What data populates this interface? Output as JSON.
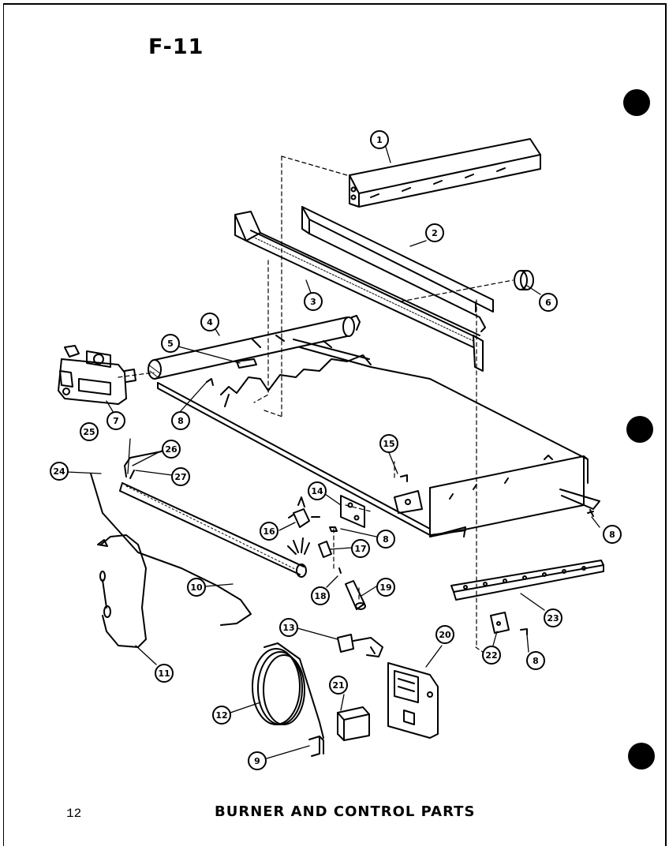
{
  "figure": {
    "title": "F-11",
    "caption": "BURNER AND CONTROL PARTS",
    "page_number": "12"
  },
  "callouts": [
    {
      "id": "c1",
      "label": "1"
    },
    {
      "id": "c2",
      "label": "2"
    },
    {
      "id": "c3",
      "label": "3"
    },
    {
      "id": "c4",
      "label": "4"
    },
    {
      "id": "c5",
      "label": "5"
    },
    {
      "id": "c6",
      "label": "6"
    },
    {
      "id": "c7",
      "label": "7"
    },
    {
      "id": "c8a",
      "label": "8"
    },
    {
      "id": "c8b",
      "label": "8"
    },
    {
      "id": "c8c",
      "label": "8"
    },
    {
      "id": "c8d",
      "label": "8"
    },
    {
      "id": "c9",
      "label": "9"
    },
    {
      "id": "c10",
      "label": "10"
    },
    {
      "id": "c11",
      "label": "11"
    },
    {
      "id": "c12",
      "label": "12"
    },
    {
      "id": "c13",
      "label": "13"
    },
    {
      "id": "c14",
      "label": "14"
    },
    {
      "id": "c15",
      "label": "15"
    },
    {
      "id": "c16",
      "label": "16"
    },
    {
      "id": "c17",
      "label": "17"
    },
    {
      "id": "c18",
      "label": "18"
    },
    {
      "id": "c19",
      "label": "19"
    },
    {
      "id": "c20",
      "label": "20"
    },
    {
      "id": "c21",
      "label": "21"
    },
    {
      "id": "c22",
      "label": "22"
    },
    {
      "id": "c23",
      "label": "23"
    },
    {
      "id": "c24",
      "label": "24"
    },
    {
      "id": "c25",
      "label": "25"
    },
    {
      "id": "c26",
      "label": "26"
    },
    {
      "id": "c27",
      "label": "27"
    }
  ]
}
